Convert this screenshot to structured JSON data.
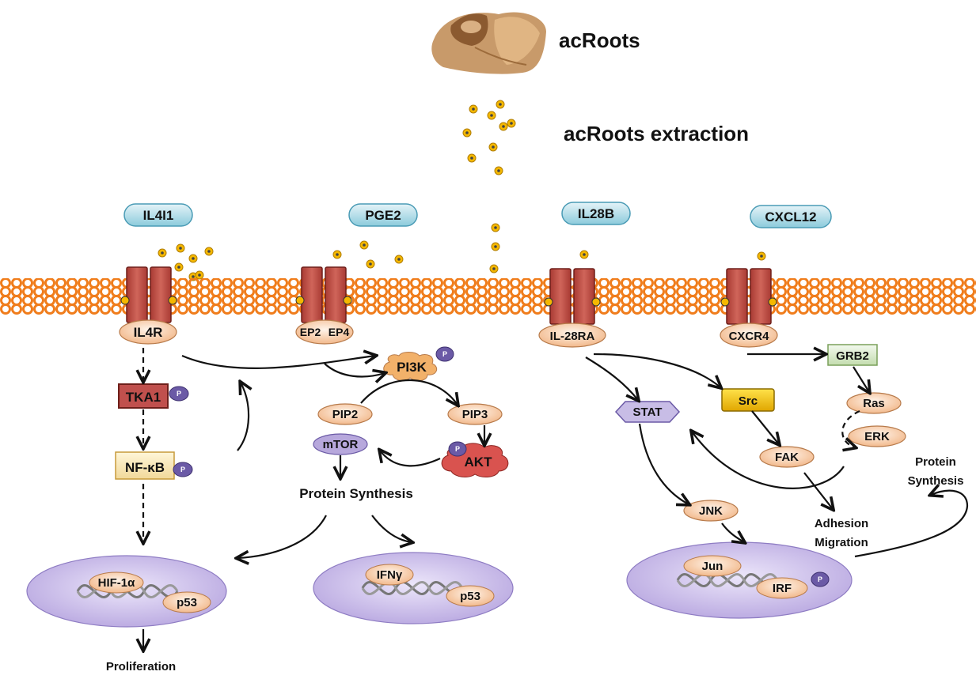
{
  "header": {
    "source_label": "acRoots",
    "extraction_label": "acRoots extraction"
  },
  "ligands": {
    "il4i1": "IL4I1",
    "pge2": "PGE2",
    "il28b": "IL28B",
    "cxcl12": "CXCL12"
  },
  "receptors": {
    "il4r": "IL4R",
    "ep2": "EP2",
    "ep4": "EP4",
    "il28ra": "IL-28RA",
    "cxcr4": "CXCR4"
  },
  "nodes": {
    "tka1": "TKA1",
    "nfkb": "NF-κB",
    "pi3k": "PI3K",
    "pip2": "PIP2",
    "pip3": "PIP3",
    "mtor": "mTOR",
    "akt": "AKT",
    "stat": "STAT",
    "src": "Src",
    "grb2": "GRB2",
    "ras": "Ras",
    "erk": "ERK",
    "fak": "FAK",
    "jnk": "JNK",
    "phospho": "P"
  },
  "outcomes": {
    "protein_synthesis_mid": "Protein Synthesis",
    "protein_synthesis_right_line1": "Protein",
    "protein_synthesis_right_line2": "Synthesis",
    "adhesion": "Adhesion",
    "migration": "Migration",
    "proliferation": "Proliferation"
  },
  "nuclei": {
    "left": [
      "HIF-1α",
      "p53"
    ],
    "middle": [
      "IFNγ",
      "p53"
    ],
    "right": [
      "Jun",
      "IRF"
    ]
  },
  "colors": {
    "membrane": "#f07d1c",
    "receptor": "#c0504d",
    "ligand_pill": "#b7dde8",
    "node_oval": "#f6d3b4",
    "nucleus": "#d7cbf0",
    "dot": "#f5b800",
    "phospho": "#6b5aa6"
  }
}
